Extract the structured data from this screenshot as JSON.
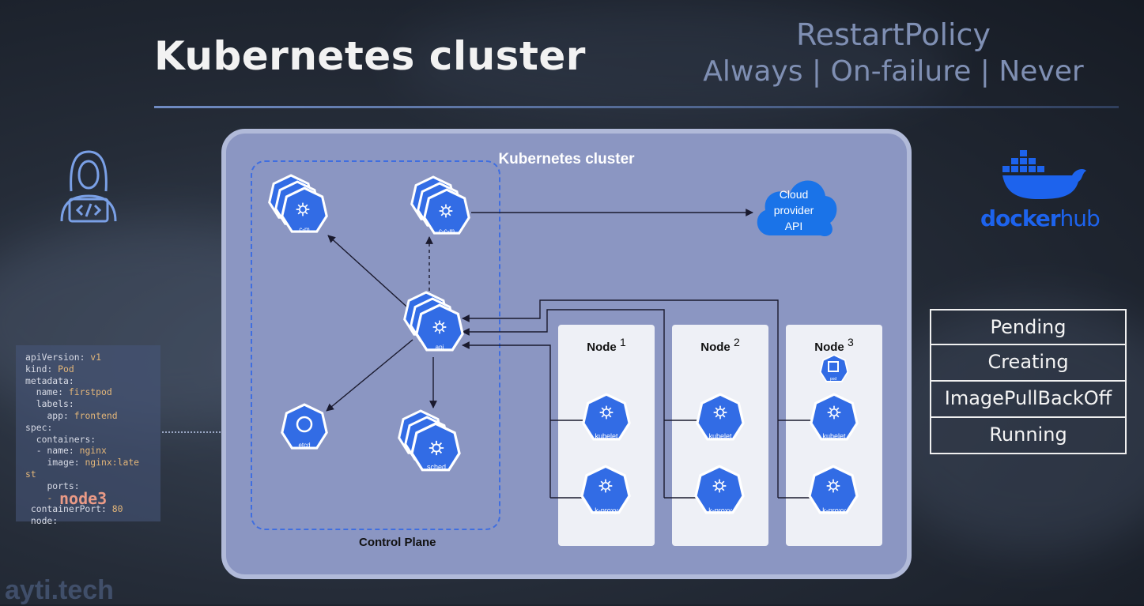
{
  "slide": {
    "title": "Kubernetes cluster",
    "restart_policy": {
      "heading": "RestartPolicy",
      "options": "Always | On-failure | Never"
    }
  },
  "yaml": {
    "lines": [
      {
        "k": "apiVersion",
        "v": "v1",
        "indent": ""
      },
      {
        "k": "kind",
        "v": "Pod",
        "indent": ""
      },
      {
        "k": "metadata",
        "v": "",
        "indent": ""
      },
      {
        "k": "name",
        "v": "firstpod",
        "indent": "  "
      },
      {
        "k": "labels",
        "v": "",
        "indent": "  "
      },
      {
        "k": "app",
        "v": "frontend",
        "indent": "    "
      },
      {
        "k": "spec",
        "v": "",
        "indent": ""
      },
      {
        "k": "containers",
        "v": "",
        "indent": "  "
      },
      {
        "k": "- name",
        "v": "nginx",
        "indent": "  "
      },
      {
        "k": "image",
        "v": "nginx:late",
        "indent": "    "
      },
      {
        "k": "",
        "v": "st",
        "indent": ""
      },
      {
        "k": "ports",
        "v": "",
        "indent": "    "
      },
      {
        "k": "",
        "v": "-",
        "indent": "    "
      },
      {
        "k": "containerPort",
        "v": "80",
        "indent": " "
      },
      {
        "k": "node",
        "v": "",
        "indent": " "
      }
    ],
    "overlay_text": "node3"
  },
  "cluster": {
    "title": "Kubernetes cluster",
    "control_plane_label": "Control Plane",
    "components": {
      "cm": "c-m",
      "ccm": "c-c-m",
      "api": "api",
      "etcd": "etcd",
      "sched": "sched"
    },
    "cloud": {
      "line1": "Cloud",
      "line2": "provider",
      "line3": "API"
    },
    "nodes": [
      {
        "name": "Node",
        "num": "1",
        "kubelet": "kubelet",
        "proxy": "k-proxy",
        "has_pod": false
      },
      {
        "name": "Node",
        "num": "2",
        "kubelet": "kubelet",
        "proxy": "k-proxy",
        "has_pod": false
      },
      {
        "name": "Node",
        "num": "3",
        "kubelet": "kubelet",
        "proxy": "k-proxy",
        "has_pod": true,
        "pod_label": "pod"
      }
    ]
  },
  "docker": {
    "text_docker": "docker",
    "text_hub": "hub"
  },
  "status_list": [
    "Pending",
    "Creating",
    "ImagePullBackOff",
    "Running"
  ],
  "watermark": "ayti.tech",
  "colors": {
    "k8s_blue": "#326ce5",
    "cluster_bg": "#8b96c2",
    "docker_blue": "#1d63ed"
  }
}
